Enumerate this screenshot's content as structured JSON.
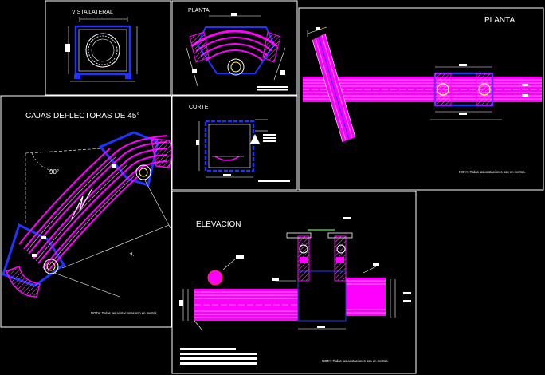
{
  "colors": {
    "background": "#000000",
    "frame": "#ffffff",
    "pipe": "#ff00ff",
    "pipe_hatch": "#ff77ff",
    "outline_blue": "#2233ff",
    "dim_line": "#ffffff",
    "accent_yellow": "#ffff66",
    "accent_green": "#33cc33",
    "accent_red": "#ff3333"
  },
  "titles": {
    "vista_lateral": "VISTA LATERAL",
    "planta_small": "PLANTA",
    "planta_large": "PLANTA",
    "cajas": "CAJAS DEFLECTORAS DE 45°",
    "corte": "CORTE",
    "elevacion": "ELEVACION"
  },
  "labels": {
    "angle": "90°",
    "dim_x": "X"
  },
  "notes": {
    "planta_note": "NOTA: Todas las acotaciones son en metros.",
    "cajas_note": "NOTA: Todas las acotaciones son en metros.",
    "elevacion_note": "NOTA: Todas las acotaciones son en metros."
  }
}
